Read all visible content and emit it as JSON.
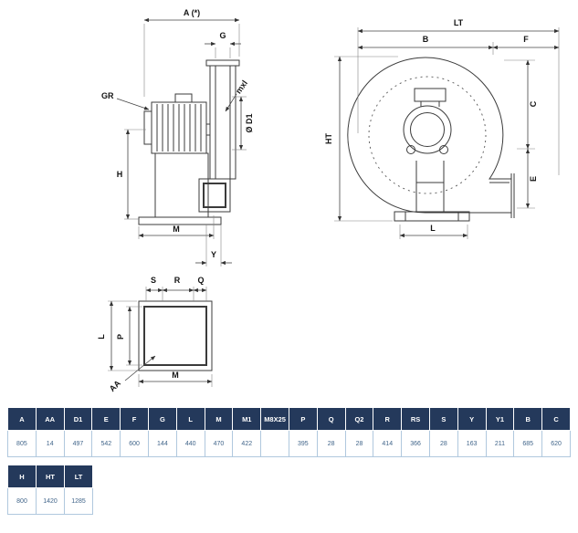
{
  "drawing": {
    "side_view": {
      "a": "A (*)",
      "g": "G",
      "gr": "GR",
      "mxl": "mxl",
      "d1": "Ø D1",
      "h": "H",
      "m": "M",
      "y": "Y"
    },
    "front_view": {
      "lt": "LT",
      "b": "B",
      "f": "F",
      "ht": "HT",
      "c": "C",
      "e": "E",
      "l": "L"
    },
    "bottom_view": {
      "s": "S",
      "r": "R",
      "q": "Q",
      "l": "L",
      "p": "P",
      "m": "M",
      "aa": "AA"
    }
  },
  "tables": {
    "main": {
      "headers": [
        "A",
        "AA",
        "D1",
        "E",
        "F",
        "G",
        "L",
        "M",
        "M1",
        "M8X25",
        "P",
        "Q",
        "Q2",
        "R",
        "RS",
        "S",
        "Y",
        "Y1",
        "B",
        "C"
      ],
      "values": [
        "805",
        "14",
        "497",
        "542",
        "600",
        "144",
        "440",
        "470",
        "422",
        "",
        "395",
        "28",
        "28",
        "414",
        "366",
        "28",
        "163",
        "211",
        "685",
        "620"
      ]
    },
    "secondary": {
      "headers": [
        "H",
        "HT",
        "LT"
      ],
      "values": [
        "800",
        "1420",
        "1285"
      ]
    }
  },
  "colors": {
    "header_bg": "#24395b",
    "header_text": "#ffffff",
    "cell_border": "#b0c8de",
    "cell_text": "#41658a",
    "line": "#3b3b3b"
  }
}
